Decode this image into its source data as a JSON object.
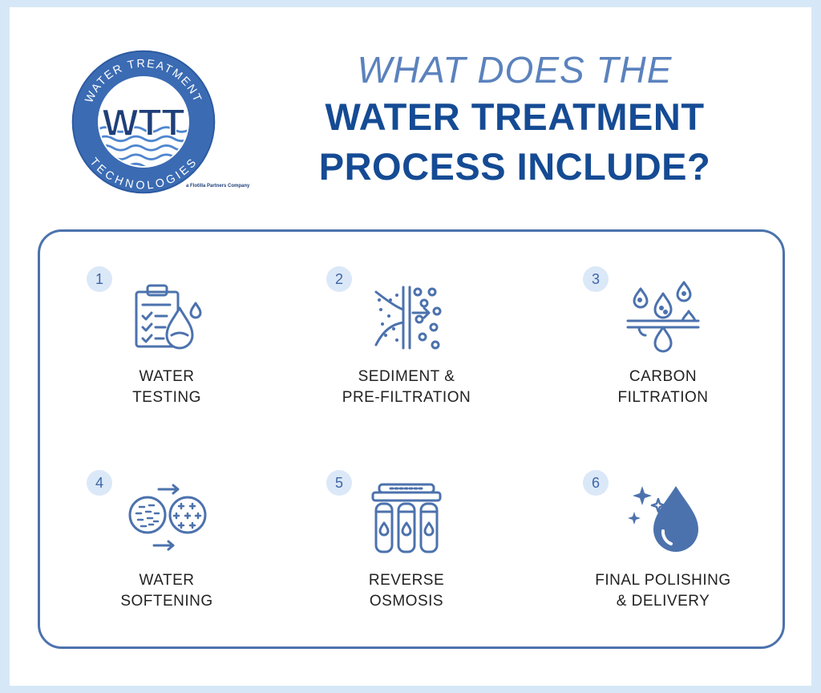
{
  "logo": {
    "ring_top": "WATER TREATMENT",
    "ring_bottom": "TECHNOLOGIES",
    "monogram": "WTT",
    "tagline": "a Flotilla Partners Company"
  },
  "headline": {
    "line1": "WHAT DOES THE",
    "line2": "WATER TREATMENT",
    "line3": "PROCESS INCLUDE?"
  },
  "steps": [
    {
      "number": "1",
      "line1": "WATER",
      "line2": "TESTING",
      "icon": "clipboard-droplet-icon"
    },
    {
      "number": "2",
      "line1": "SEDIMENT &",
      "line2": "PRE-FILTRATION",
      "icon": "filter-membrane-icon"
    },
    {
      "number": "3",
      "line1": "CARBON",
      "line2": "FILTRATION",
      "icon": "carbon-filter-droplets-icon"
    },
    {
      "number": "4",
      "line1": "WATER",
      "line2": "SOFTENING",
      "icon": "ion-exchange-icon"
    },
    {
      "number": "5",
      "line1": "REVERSE",
      "line2": "OSMOSIS",
      "icon": "ro-cartridges-icon"
    },
    {
      "number": "6",
      "line1": "FINAL POLISHING",
      "line2": "& DELIVERY",
      "icon": "sparkling-droplet-icon"
    }
  ],
  "colors": {
    "background": "#d6e8f7",
    "navy": "#154b94",
    "accent": "#5b82bd",
    "icon": "#4c72ad",
    "badge": "#dbe8f8"
  }
}
